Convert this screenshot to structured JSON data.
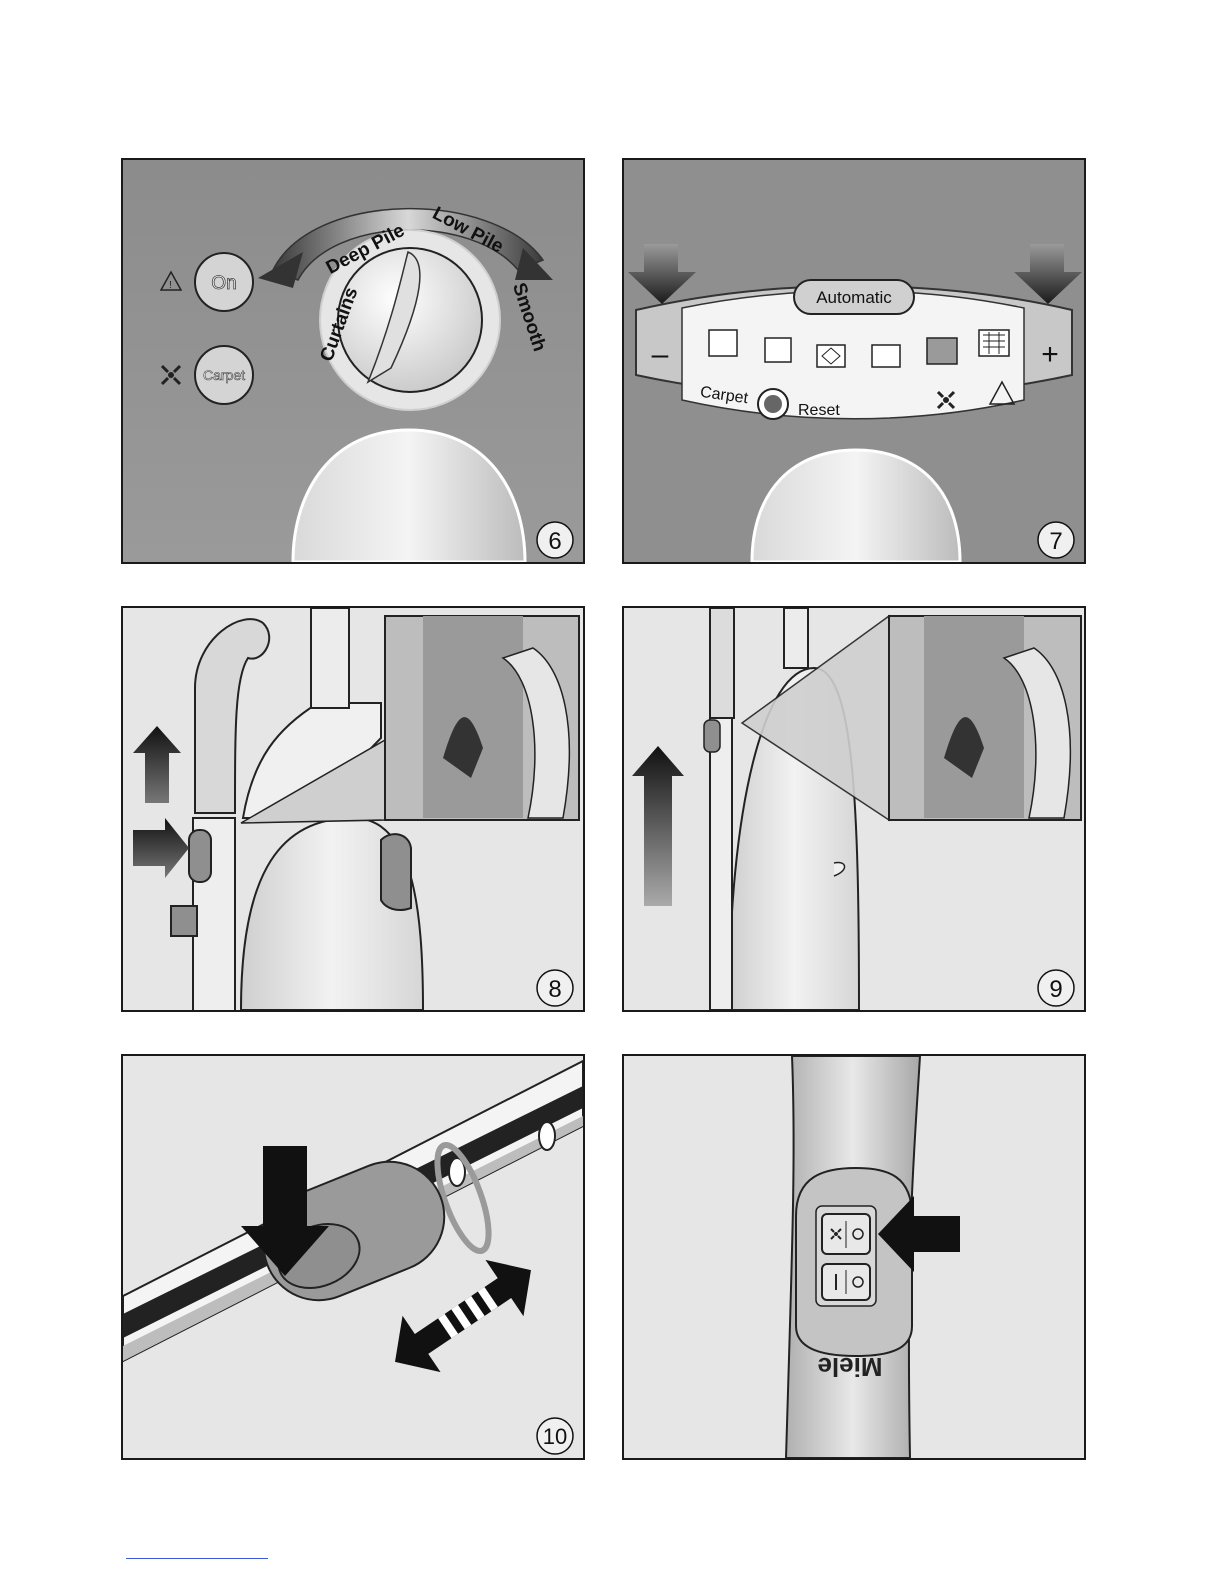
{
  "panels": {
    "p6": {
      "number": "6",
      "dial_labels": {
        "curtains": "Curtains",
        "deep_pile": "Deep Pile",
        "low_pile": "Low Pile",
        "smooth": "Smooth"
      },
      "on_button": "On",
      "carpet_button": "Carpet"
    },
    "p7": {
      "number": "7",
      "automatic": "Automatic",
      "minus": "–",
      "plus": "+",
      "carpet": "Carpet",
      "reset": "Reset"
    },
    "p8": {
      "number": "8"
    },
    "p9": {
      "number": "9"
    },
    "p10": {
      "number": "10"
    },
    "p11": {
      "number": "",
      "brand": "Miele"
    }
  },
  "icons": [
    "warning-icon",
    "brush-fan-icon",
    "curtain-icon",
    "upholstery-icon",
    "mattress-icon",
    "hearing-icon",
    "deep-pile-icon",
    "low-pile-icon",
    "carpet-reset-icon"
  ],
  "colors": {
    "panel_dark": "#8f8f8f",
    "panel_light": "#e6e6e6",
    "outline": "#1a1a1a"
  }
}
